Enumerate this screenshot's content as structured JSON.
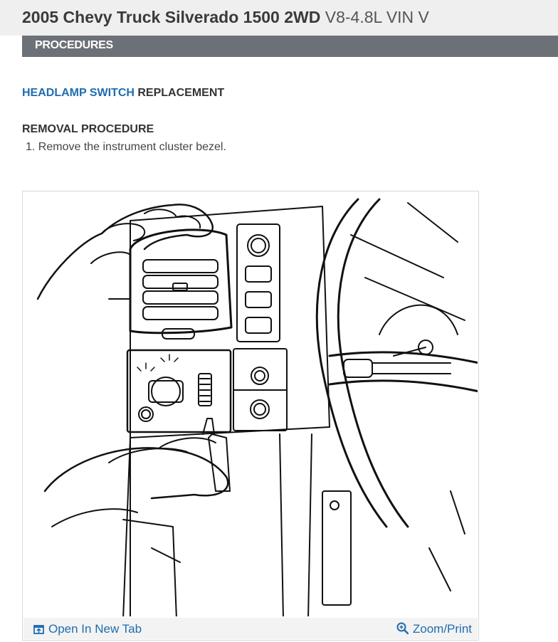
{
  "header": {
    "title_bold": "2005 Chevy Truck Silverado 1500 2WD",
    "title_sub": "V8-4.8L VIN V"
  },
  "section": {
    "label": "PROCEDURES"
  },
  "content": {
    "heading_link": "HEADLAMP SWITCH",
    "heading_rest": " REPLACEMENT",
    "removal_title": "REMOVAL PROCEDURE",
    "step_1": "1. Remove the instrument cluster bezel."
  },
  "figure": {
    "open_label": "Open In New Tab",
    "zoom_label": "Zoom/Print",
    "open_icon": "open-in-new-tab-icon",
    "zoom_icon": "magnifier-icon"
  },
  "colors": {
    "link": "#1f6cb0",
    "header_bg": "#efefef",
    "section_bar": "#6c7177"
  }
}
